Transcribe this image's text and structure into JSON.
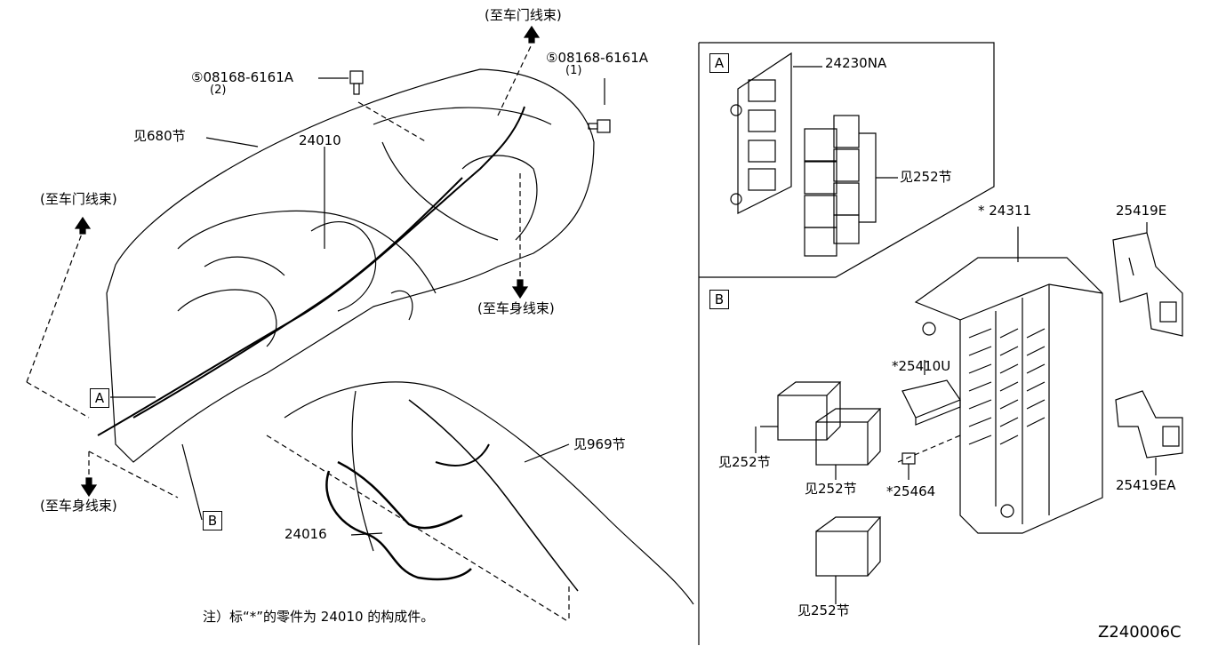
{
  "labels": {
    "bolt_left_code": "⑤08168-6161A",
    "bolt_left_qty": "(2)",
    "bolt_right_code": "⑤08168-6161A",
    "bolt_right_qty": "(1)",
    "to_door_harness_top": "(至车门线束)",
    "to_door_harness_left": "(至车门线束)",
    "to_body_harness_right": "(至车身线束)",
    "to_body_harness_left": "(至车身线束)",
    "see_680": "见680节",
    "part_24010": "24010",
    "part_24016": "24016",
    "see_969": "见969节",
    "callout_a": "A",
    "callout_b": "B",
    "note": "注）标“*”的零件为 24010 的构成件。",
    "section_a": "A",
    "part_24230na": "24230NA",
    "see_252_a": "见252节",
    "section_b": "B",
    "part_24311": "* 24311",
    "part_25419e": "25419E",
    "part_25410u": "*25410U",
    "see_252_b1": "见252节",
    "see_252_b2": "见252节",
    "part_25464": "*25464",
    "part_25419ea": "25419EA",
    "see_252_b3": "见252节",
    "diagram_code": "Z240006C"
  }
}
